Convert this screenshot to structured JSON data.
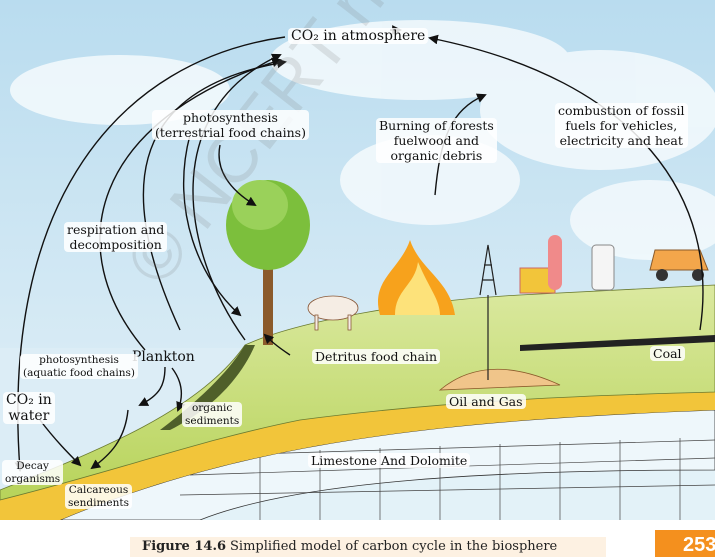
{
  "diagram": {
    "labels": {
      "co2_atmosphere": "CO₂ in atmosphere",
      "photosynthesis_terrestrial": [
        "photosynthesis",
        "(terrestrial food chains)"
      ],
      "burning": [
        "Burning of forests",
        "fuelwood and",
        "organic debris"
      ],
      "combustion": [
        "combustion of fossil",
        "fuels for vehicles,",
        "electricity and heat"
      ],
      "respiration": [
        "respiration and",
        "decomposition"
      ],
      "plankton": "Plankton",
      "photosynthesis_aquatic": [
        "photosynthesis",
        "(aquatic food chains)"
      ],
      "co2_water": [
        "CO₂ in",
        "water"
      ],
      "organic_sediments": [
        "organic",
        "sediments"
      ],
      "detritus": "Detritus food chain",
      "oil_gas": "Oil and Gas",
      "coal": "Coal",
      "limestone": "Limestone And Dolomite",
      "decay": [
        "Decay",
        "organisms"
      ],
      "calcareous": [
        "Calcareous",
        "sendiments"
      ]
    },
    "watermark": "© NCERT not to be republished"
  },
  "caption": {
    "figure": "Figure 14.6",
    "text": "Simplified model of carbon cycle in the biosphere"
  },
  "page_number": "253",
  "colors": {
    "sky": "#cfe6f3",
    "water": "#dff0f8",
    "grass": "#c9e07a",
    "sand": "#f2c53a",
    "rock": "#e6f3f8",
    "accent": "#f4901e"
  }
}
